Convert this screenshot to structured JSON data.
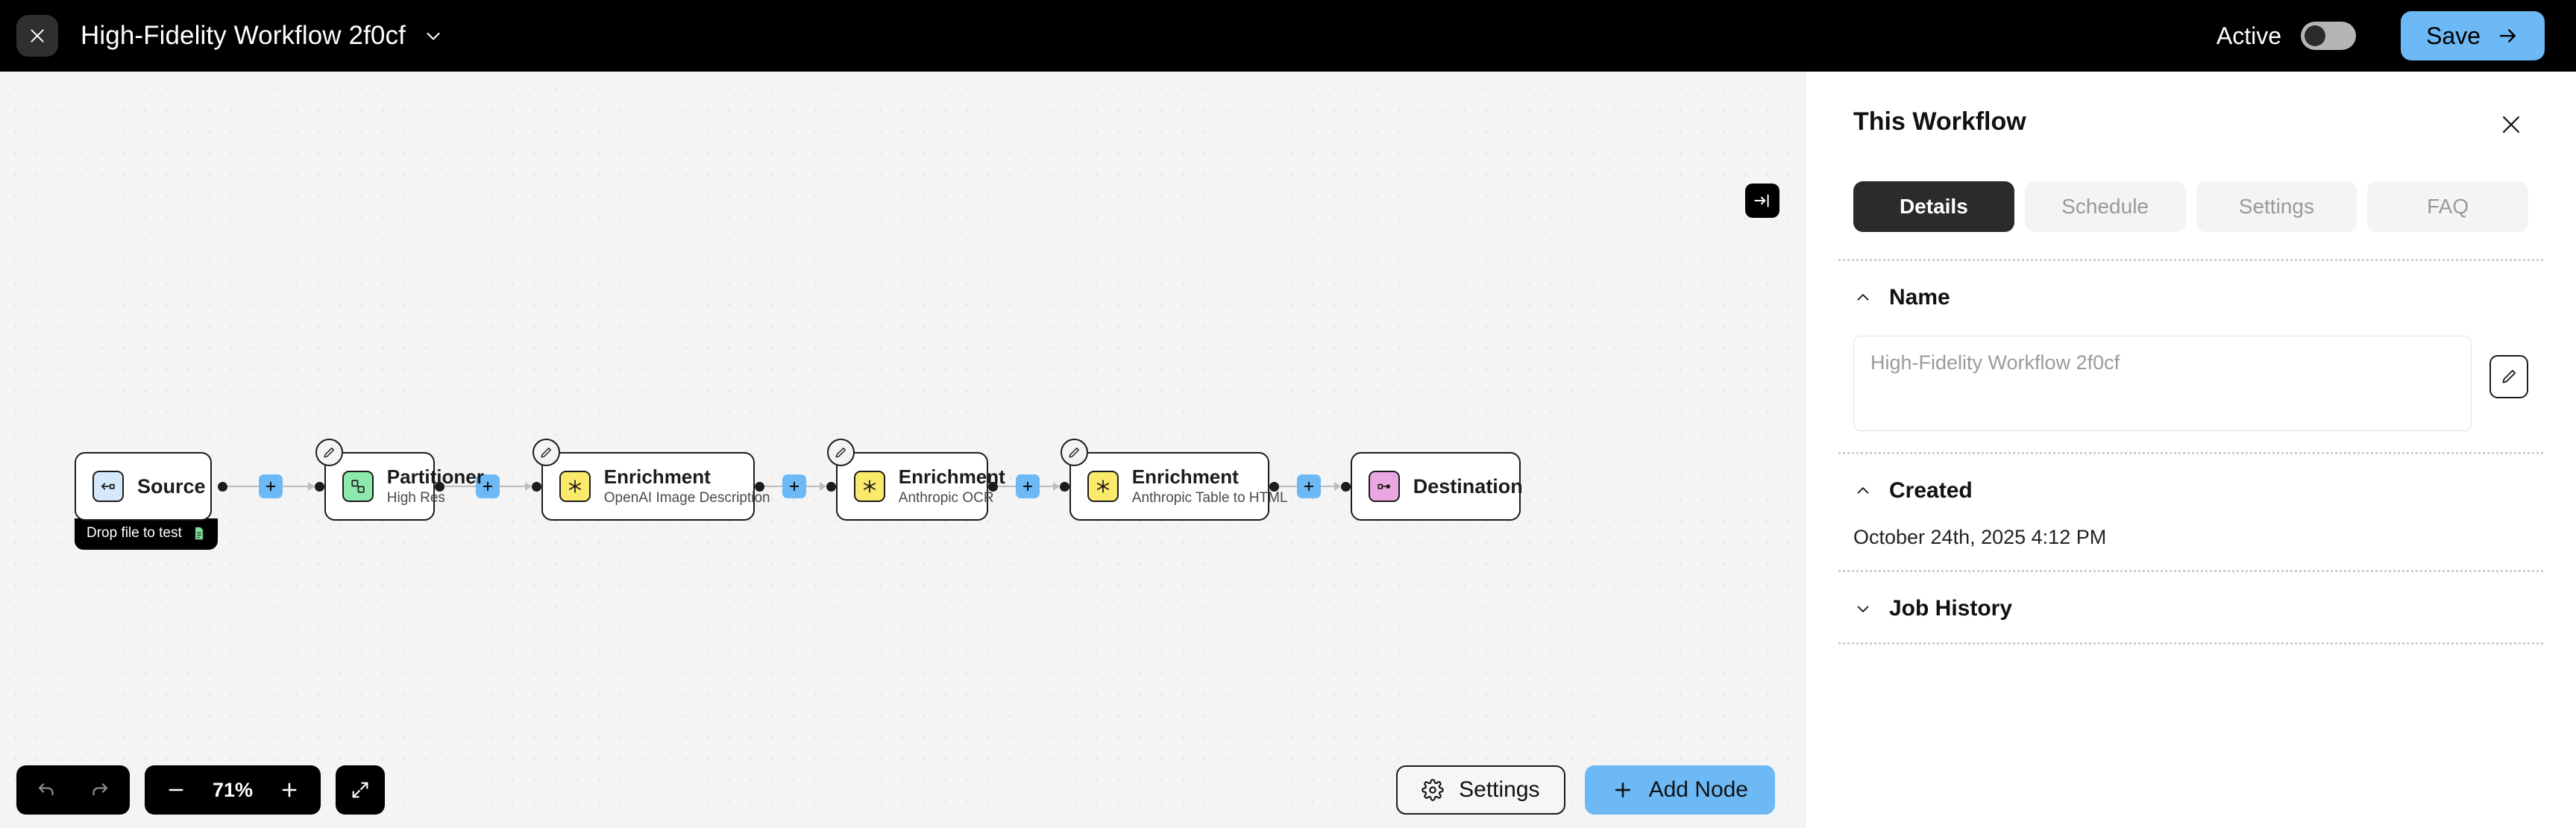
{
  "topbar": {
    "close_icon": "close-icon",
    "title": "High-Fidelity Workflow 2f0cf",
    "caret_icon": "chevron-down-icon",
    "active_label": "Active",
    "active_state": "off",
    "save_label": "Save",
    "save_arrow_icon": "arrow-right-icon",
    "accent_color": "#6cb9f5",
    "background_color": "#000000"
  },
  "canvas": {
    "collapse_panel_icon": "arrow-to-line-right-icon",
    "background_color": "#f4f4f4",
    "nodes": [
      {
        "title": "Source",
        "subtitle": "",
        "icon_name": "source-arrow-icon",
        "icon_color": "#d6e9fb",
        "has_edit_badge": false,
        "drop_hint": "Drop file to test",
        "drop_hint_icon": "document-icon"
      },
      {
        "title": "Partitioner",
        "subtitle": "High Res",
        "icon_name": "partition-shapes-icon",
        "icon_color": "#8de8ab",
        "has_edit_badge": true
      },
      {
        "title": "Enrichment",
        "subtitle": "OpenAI Image Description",
        "icon_name": "asterisk-icon",
        "icon_color": "#fbe96b",
        "has_edit_badge": true
      },
      {
        "title": "Enrichment",
        "subtitle": "Anthropic OCR",
        "icon_name": "asterisk-icon",
        "icon_color": "#fbe96b",
        "has_edit_badge": true
      },
      {
        "title": "Enrichment",
        "subtitle": "Anthropic Table to HTML",
        "icon_name": "asterisk-icon",
        "icon_color": "#fbe96b",
        "has_edit_badge": true
      },
      {
        "title": "Destination",
        "subtitle": "",
        "icon_name": "destination-node-icon",
        "icon_color": "#eaa6e0",
        "has_edit_badge": false
      }
    ],
    "connector_add_icon": "plus-icon",
    "toolbar": {
      "undo_icon": "undo-arrow-icon",
      "redo_icon": "redo-arrow-icon",
      "zoom_out_icon": "minus-icon",
      "zoom_level": "71%",
      "zoom_in_icon": "plus-icon",
      "fit_view_icon": "fit-to-screen-icon",
      "settings_label": "Settings",
      "settings_icon": "gear-icon",
      "add_node_label": "Add Node",
      "add_node_icon": "plus-icon"
    }
  },
  "panel": {
    "title": "This Workflow",
    "close_icon": "close-icon",
    "tabs": [
      {
        "label": "Details",
        "active": true
      },
      {
        "label": "Schedule",
        "active": false
      },
      {
        "label": "Settings",
        "active": false
      },
      {
        "label": "FAQ",
        "active": false
      }
    ],
    "sections": {
      "name": {
        "title": "Name",
        "chevron_icon": "chevron-up-icon",
        "expanded": true,
        "value": "",
        "placeholder": "High-Fidelity Workflow 2f0cf",
        "edit_icon": "pencil-icon"
      },
      "created": {
        "title": "Created",
        "chevron_icon": "chevron-up-icon",
        "expanded": true,
        "value": "October 24th, 2025 4:12 PM"
      },
      "job_history": {
        "title": "Job History",
        "chevron_icon": "chevron-down-icon",
        "expanded": false
      }
    }
  }
}
